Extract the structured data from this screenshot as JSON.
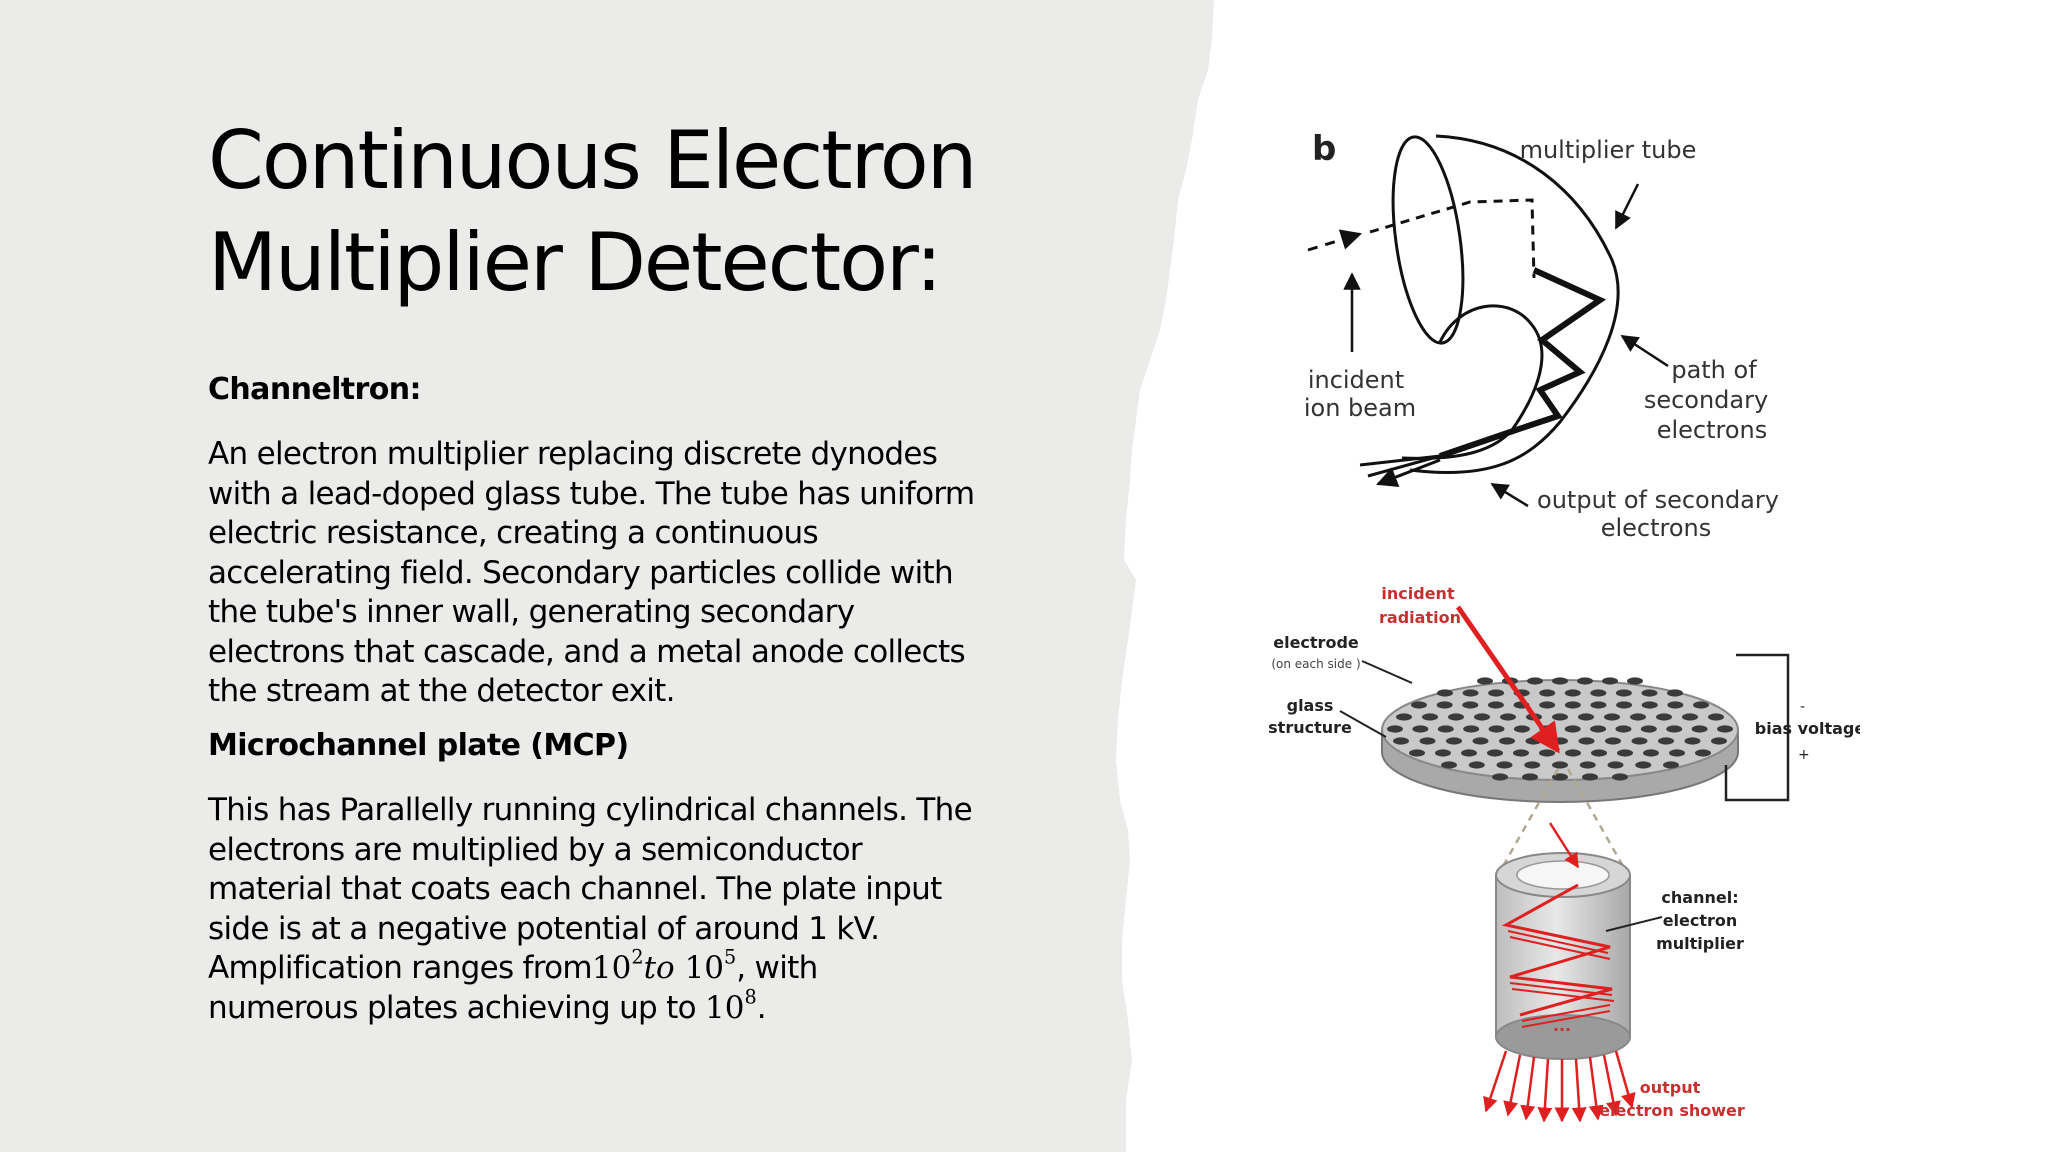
{
  "slide": {
    "title_line1": "Continuous Electron",
    "title_line2": "Multiplier Detector:",
    "sections": [
      {
        "heading": "Channeltron:",
        "lines": [
          "An electron multiplier replacing discrete dynodes",
          "with a lead-doped glass tube. The tube has uniform",
          "electric resistance, creating a continuous",
          "accelerating field. Secondary particles collide with",
          "the tube's inner wall, generating secondary",
          "electrons that cascade, and a metal anode collects",
          "the stream at the detector exit."
        ]
      },
      {
        "heading": "Microchannel plate (MCP)",
        "lines": [
          "This has Parallelly running cylindrical channels. The",
          "electrons are multiplied by a semiconductor",
          "material that coats each channel. The plate input",
          "side is at a negative potential of around 1 kV."
        ],
        "amp_prefix": "Amplification ranges from",
        "amp_base1": "10",
        "amp_exp1": "2",
        "amp_to": "to",
        "amp_base2": "10",
        "amp_exp2": "5",
        "amp_suffix": ", with",
        "last_prefix": "numerous plates achieving up to ",
        "last_base": "10",
        "last_exp": "8",
        "last_suffix": "."
      }
    ]
  },
  "figure_b": {
    "panel_letter": "b",
    "label_multiplier_tube": "multiplier tube",
    "label_incident_1": "incident",
    "label_incident_2": "ion beam",
    "label_path_1": "path of",
    "label_path_2": "secondary",
    "label_path_3": "electrons",
    "label_output_1": "output of secondary",
    "label_output_2": "electrons"
  },
  "figure_mcp": {
    "label_incident_1": "incident",
    "label_incident_2": "radiation",
    "label_electrode": "electrode",
    "label_electrode_sub": "(on each side )",
    "label_glass_1": "glass",
    "label_glass_2": "structure",
    "label_bias": "bias voltage",
    "label_minus": "-",
    "label_plus": "+",
    "label_channel_1": "channel:",
    "label_channel_2": "electron",
    "label_channel_3": "multiplier",
    "label_dots": "...",
    "label_output_1": "output",
    "label_output_2": "electron shower"
  },
  "colors": {
    "background_left": "#ebebea",
    "background_right": "#ffffff",
    "accent_red": "#e02020"
  }
}
